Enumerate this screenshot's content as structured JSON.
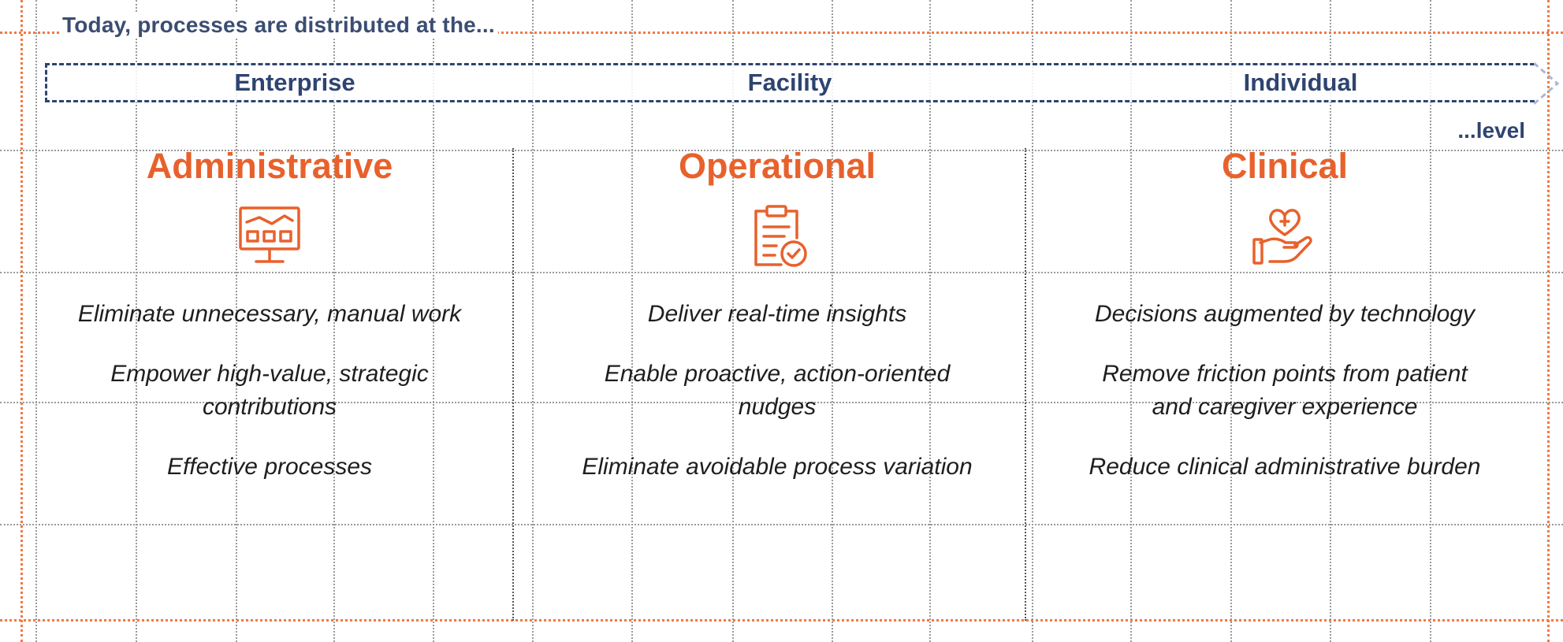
{
  "headline": "Today,  processes are distributed at the...",
  "levels": [
    "Enterprise",
    "Facility",
    "Individual"
  ],
  "level_suffix": "...level",
  "columns": [
    {
      "title": "Administrative",
      "icon": "monitor-dashboard-icon",
      "items": [
        "Eliminate unnecessary, manual work",
        "Empower high-value, strategic contributions",
        "Effective processes"
      ]
    },
    {
      "title": "Operational",
      "icon": "clipboard-check-icon",
      "items": [
        "Deliver real-time insights",
        "Enable proactive, action-oriented nudges",
        "Eliminate avoidable process variation"
      ]
    },
    {
      "title": "Clinical",
      "icon": "heart-hand-icon",
      "items": [
        "Decisions augmented by technology",
        "Remove friction points from patient and caregiver experience",
        "Reduce clinical administrative burden"
      ]
    }
  ],
  "colors": {
    "accent": "#e8612c",
    "navy": "#2e4470",
    "guide": "#ee7a45"
  }
}
